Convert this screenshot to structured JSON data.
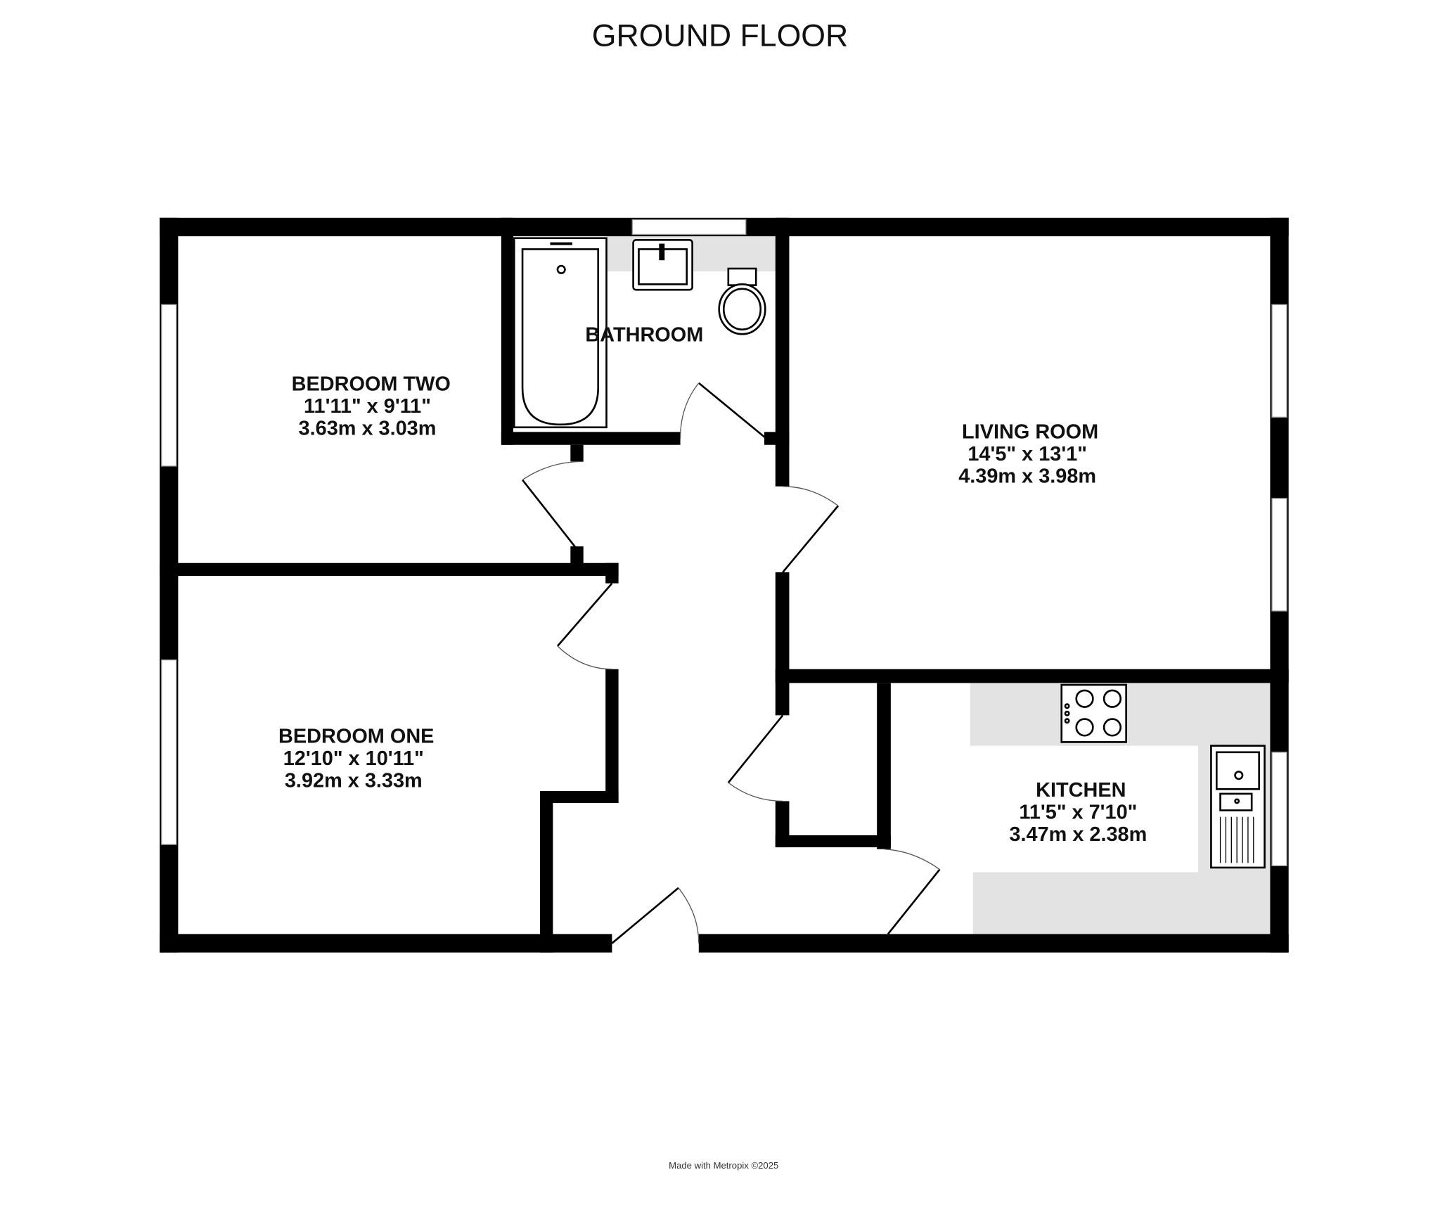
{
  "title": "GROUND FLOOR",
  "rooms": {
    "bedroom_two": {
      "name": "BEDROOM TWO",
      "imperial": "11'11\"  x 9'11\"",
      "metric": "3.63m  x 3.03m"
    },
    "bathroom": {
      "name": "BATHROOM"
    },
    "living_room": {
      "name": "LIVING ROOM",
      "imperial": "14'5\"  x 13'1\"",
      "metric": "4.39m  x 3.98m"
    },
    "bedroom_one": {
      "name": "BEDROOM ONE",
      "imperial": "12'10\"  x 10'11\"",
      "metric": "3.92m  x 3.33m"
    },
    "kitchen": {
      "name": "KITCHEN",
      "imperial": "11'5\"  x 7'10\"",
      "metric": "3.47m  x 2.38m"
    }
  },
  "footer": "Made with Metropix ©2025"
}
